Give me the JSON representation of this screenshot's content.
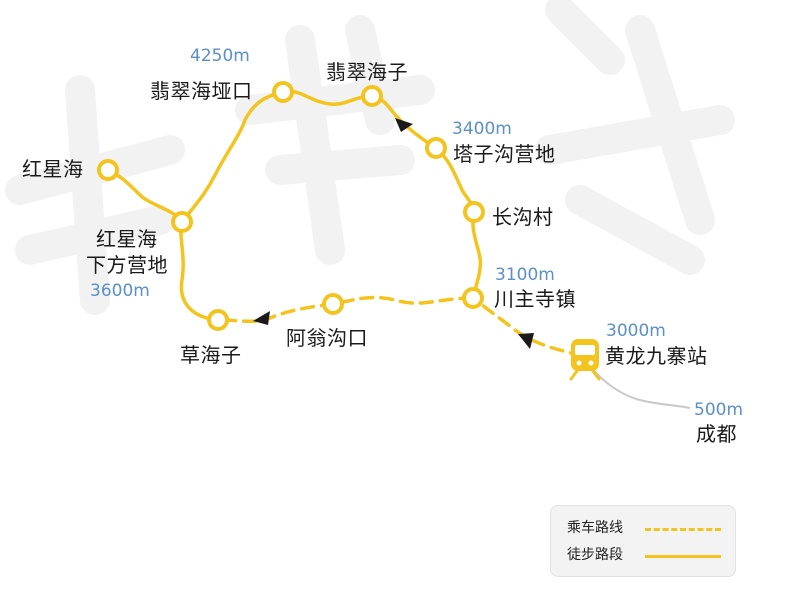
{
  "colors": {
    "route": "#f3c31e",
    "node_stroke": "#f3c31e",
    "node_fill": "#ffffff",
    "label": "#1a1a1a",
    "elevation": "#5b8fc7",
    "arrow": "#1a1a1a",
    "watermark": "#f1f1f1",
    "gray_line": "#c8c8c8"
  },
  "locations": {
    "fei_cui_ya_kou": {
      "name": "翡翠海垭口",
      "elevation": "4250m"
    },
    "fei_cui_hai_zi": {
      "name": "翡翠海子"
    },
    "ta_zi_gou": {
      "name": "塔子沟营地",
      "elevation": "3400m"
    },
    "hong_xing_hai": {
      "name": "红星海"
    },
    "chang_gou_cun": {
      "name": "长沟村"
    },
    "hong_xing_camp": {
      "name_line1": "红星海",
      "name_line2": "下方营地",
      "elevation": "3600m"
    },
    "chuan_zhu_si": {
      "name": "川主寺镇",
      "elevation": "3100m"
    },
    "a_weng_gou_kou": {
      "name": "阿翁沟口"
    },
    "cao_hai_zi": {
      "name": "草海子"
    },
    "huang_long_station": {
      "name": "黄龙九寨站",
      "elevation": "3000m",
      "icon": "train-icon"
    },
    "cheng_du": {
      "name": "成都",
      "elevation": "500m"
    }
  },
  "legend": {
    "drive": "乘车路线",
    "hike": "徒步路段"
  }
}
